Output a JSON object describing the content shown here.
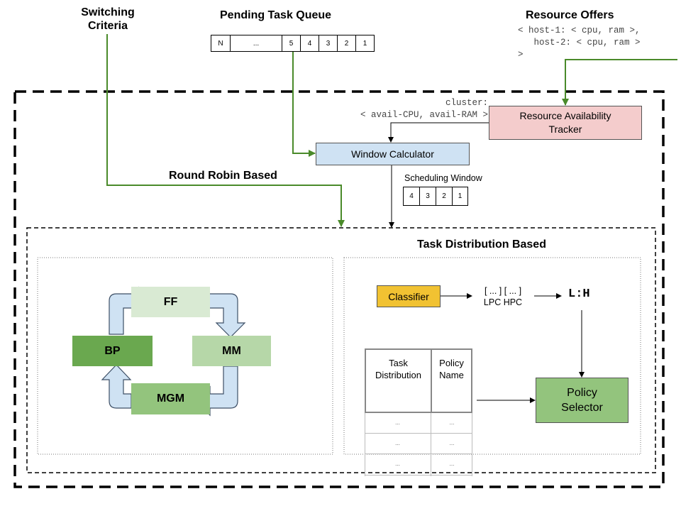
{
  "labels": {
    "switching_criteria": "Switching\nCriteria",
    "pending_queue_title": "Pending Task Queue",
    "resource_offers_title": "Resource Offers",
    "resource_offers_body": "< host-1: < cpu, ram >,\n   host-2: < cpu, ram >\n>",
    "cluster_text": "cluster:\n< avail-CPU, avail-RAM >",
    "round_robin": "Round Robin Based",
    "task_distribution_based": "Task Distribution Based",
    "scheduling_window": "Scheduling Window",
    "lpc_hpc_top": "[ ... ] [ ... ]",
    "lpc_hpc_bottom": "LPC HPC",
    "lh_ratio": "L:H"
  },
  "queue_cells": [
    "N",
    "...",
    "5",
    "4",
    "3",
    "2",
    "1"
  ],
  "window_cells": [
    "4",
    "3",
    "2",
    "1"
  ],
  "boxes": {
    "resource_tracker": "Resource Availability\nTracker",
    "window_calculator": "Window Calculator",
    "classifier": "Classifier",
    "policy_selector": "Policy\nSelector"
  },
  "cycle": {
    "ff": "FF",
    "mm": "MM",
    "mgm": "MGM",
    "bp": "BP"
  },
  "policy_table": {
    "headers": [
      "Task\nDistribution",
      "Policy\nName"
    ],
    "rows": [
      [
        "...",
        "..."
      ],
      [
        "...",
        "..."
      ],
      [
        "...",
        "..."
      ]
    ]
  },
  "colors": {
    "green_arrow": "#4a8a2a",
    "tracker_fill": "#f4cccc",
    "window_calc_fill": "#cfe2f3",
    "classifier_fill": "#f1c232",
    "policy_selector_fill": "#93c47d",
    "ff_fill": "#d9ead3",
    "mm_fill": "#b6d7a8",
    "mgm_fill": "#93c47d",
    "bp_fill": "#6aa84f",
    "cycle_arrow_fill": "#cfe2f3"
  }
}
